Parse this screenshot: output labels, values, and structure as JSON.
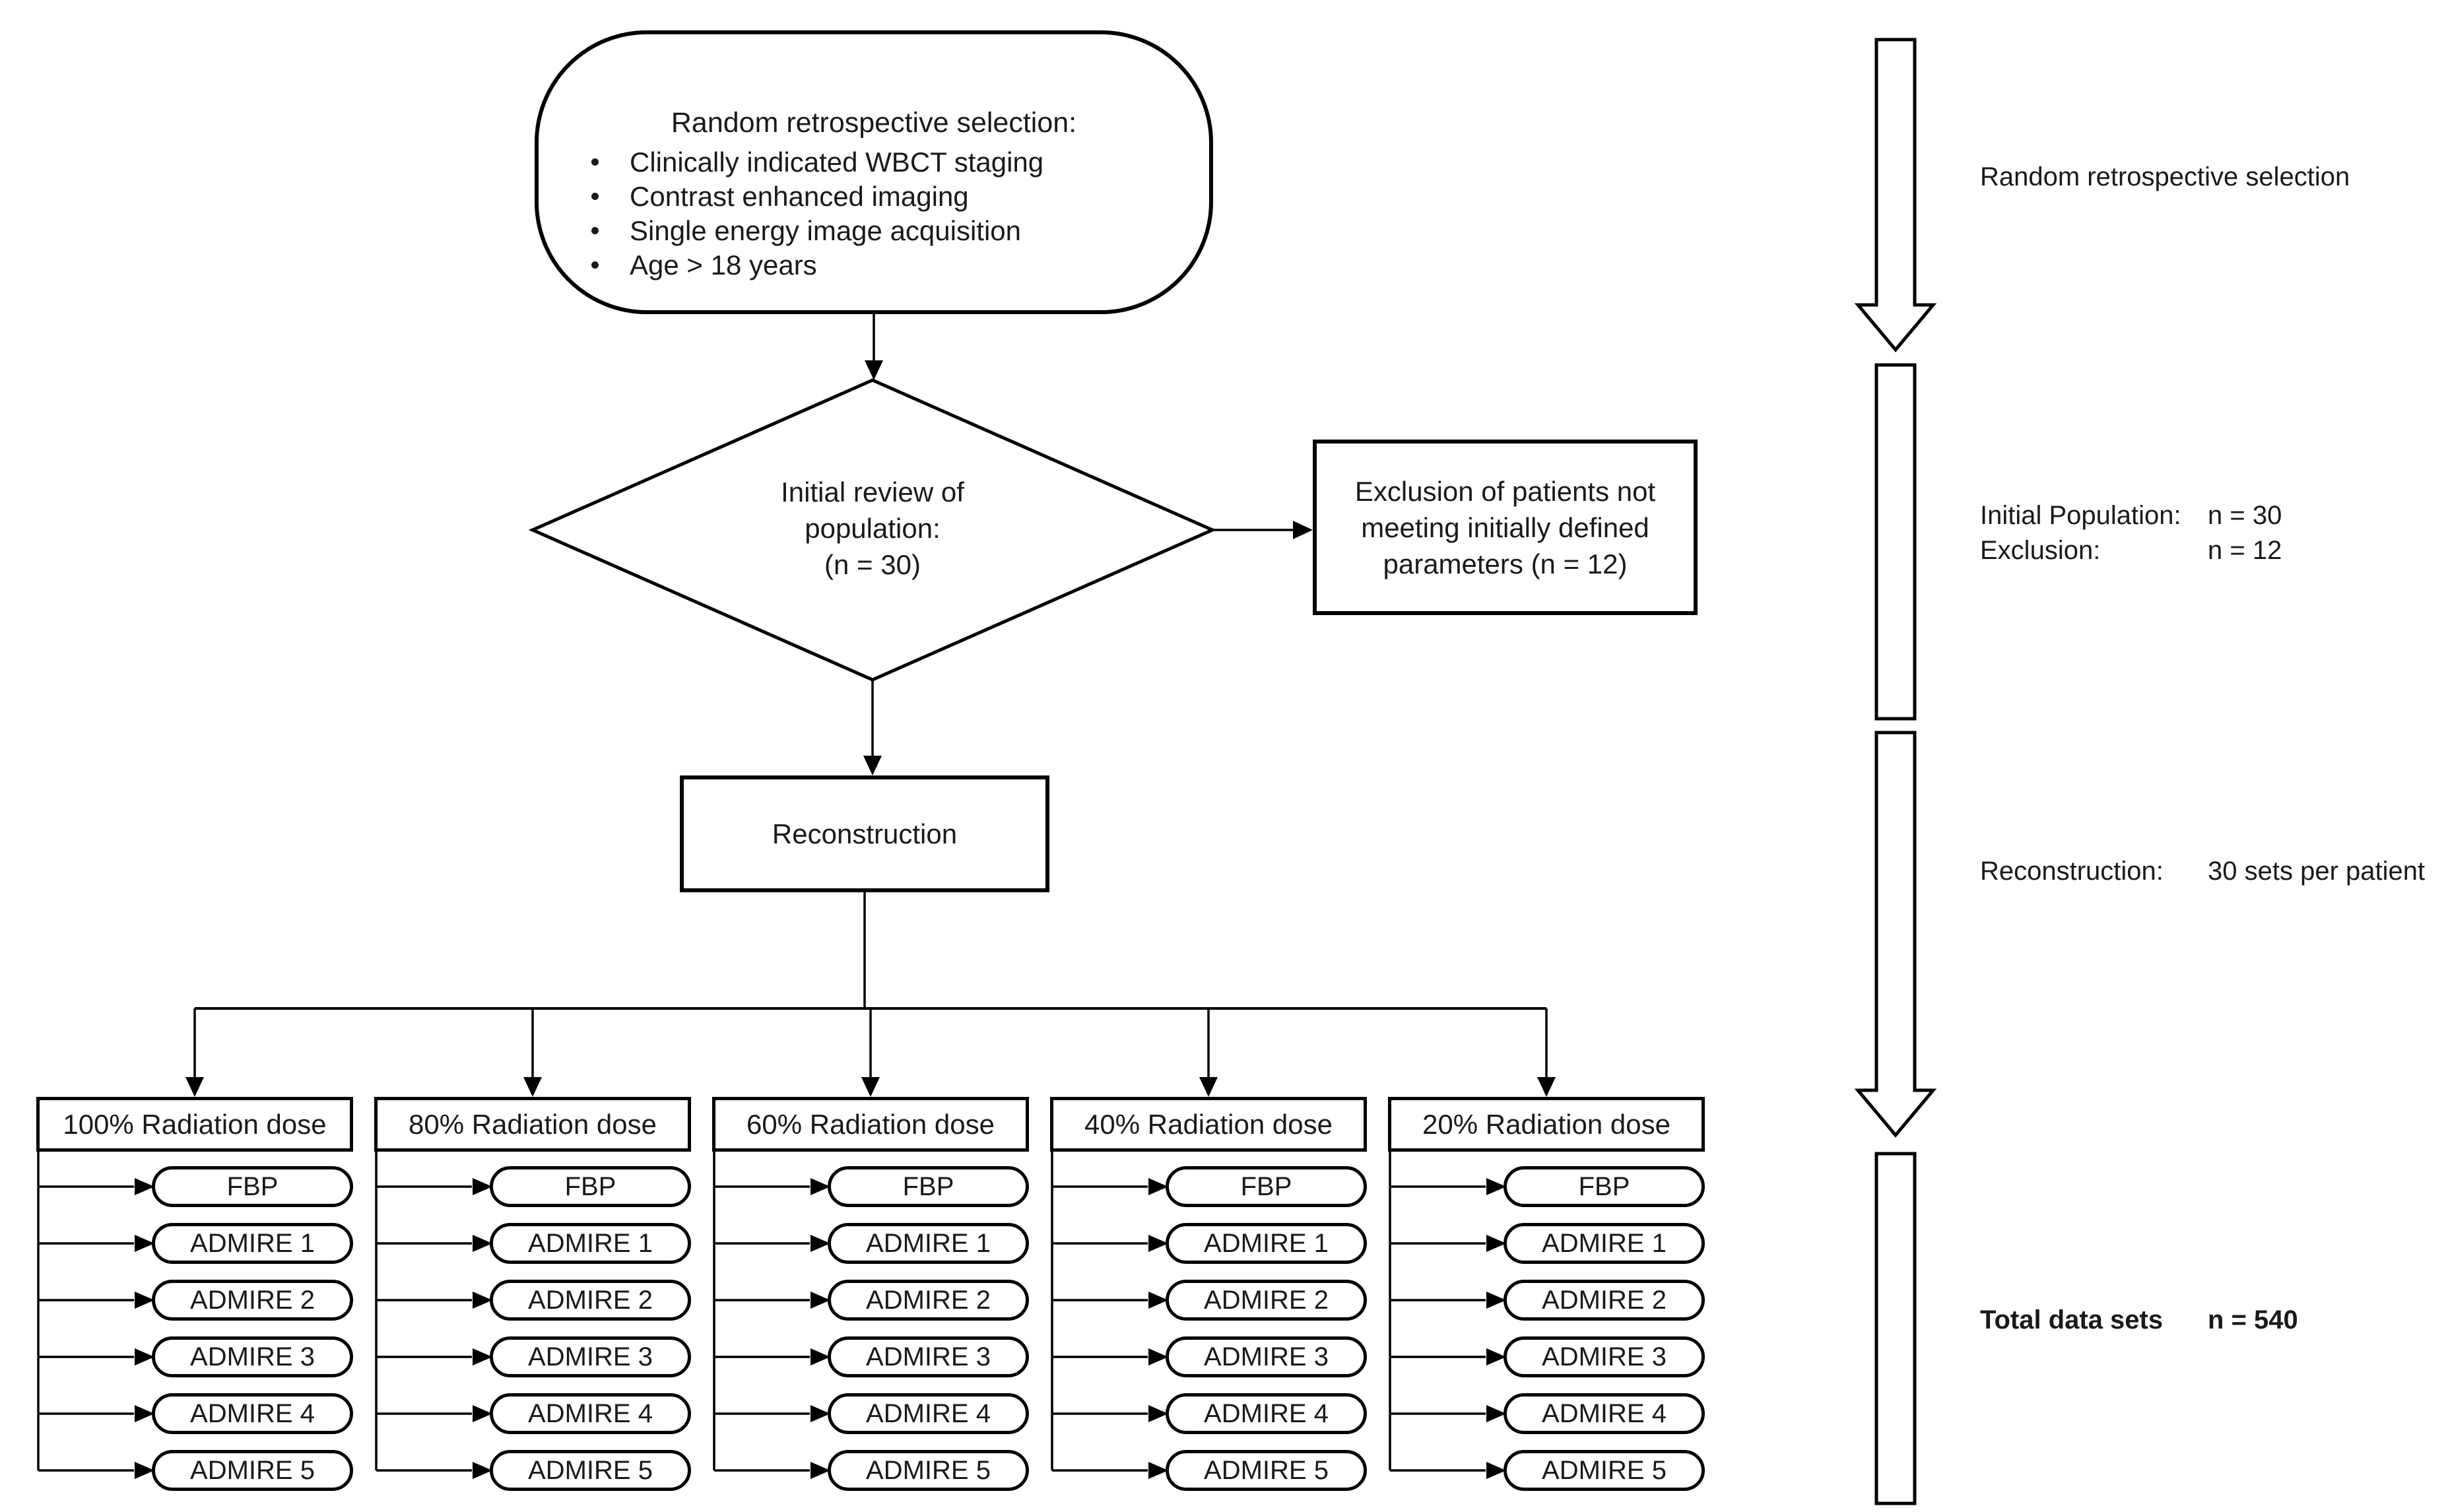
{
  "flowchart": {
    "start": {
      "title": "Random retrospective selection:",
      "bullets": [
        "Clinically indicated WBCT staging",
        "Contrast enhanced imaging",
        "Single energy image acquisition",
        "Age > 18 years"
      ]
    },
    "decision": {
      "lines": [
        "Initial review of",
        "population:",
        "(n = 30)"
      ]
    },
    "exclusion": {
      "lines": [
        "Exclusion of patients not",
        "meeting initially defined",
        "parameters (n = 12)"
      ]
    },
    "reconstruction": {
      "label": "Reconstruction"
    },
    "columns": [
      {
        "header": "100% Radiation dose",
        "pills": [
          "FBP",
          "ADMIRE 1",
          "ADMIRE 2",
          "ADMIRE 3",
          "ADMIRE 4",
          "ADMIRE 5"
        ]
      },
      {
        "header": "80% Radiation dose",
        "pills": [
          "FBP",
          "ADMIRE 1",
          "ADMIRE 2",
          "ADMIRE 3",
          "ADMIRE 4",
          "ADMIRE 5"
        ]
      },
      {
        "header": "60% Radiation dose",
        "pills": [
          "FBP",
          "ADMIRE 1",
          "ADMIRE 2",
          "ADMIRE 3",
          "ADMIRE 4",
          "ADMIRE 5"
        ]
      },
      {
        "header": "40% Radiation dose",
        "pills": [
          "FBP",
          "ADMIRE 1",
          "ADMIRE 2",
          "ADMIRE 3",
          "ADMIRE 4",
          "ADMIRE 5"
        ]
      },
      {
        "header": "20% Radiation dose",
        "pills": [
          "FBP",
          "ADMIRE 1",
          "ADMIRE 2",
          "ADMIRE 3",
          "ADMIRE 4",
          "ADMIRE 5"
        ]
      }
    ]
  },
  "sidebar": {
    "step1_label": "Random retrospective selection",
    "rows": [
      {
        "label": "Initial Population:",
        "value": "n = 30"
      },
      {
        "label": "Exclusion:",
        "value": "n = 12"
      },
      {
        "label": "Reconstruction:",
        "value": "30 sets per patient"
      },
      {
        "label": "Total data sets",
        "value": "n = 540"
      }
    ]
  },
  "colors": {
    "stroke": "#000000",
    "text": "#1a1a1a",
    "fill": "#ffffff"
  }
}
